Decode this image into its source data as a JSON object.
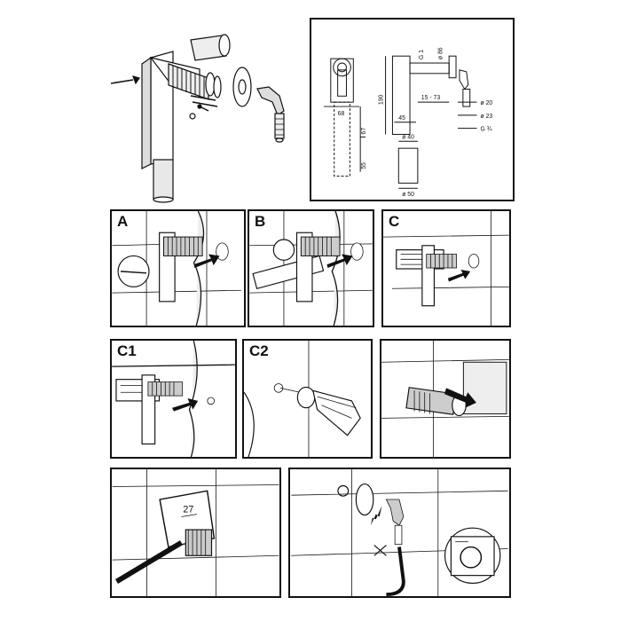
{
  "panels": {
    "a": {
      "label": "A"
    },
    "b": {
      "label": "B"
    },
    "c": {
      "label": "C"
    },
    "c1": {
      "label": "C1"
    },
    "c2": {
      "label": "C2"
    }
  },
  "dimensions": {
    "front_width": "68",
    "front_height_upper": "67",
    "front_height_lower": "55",
    "side_height": "190",
    "side_depth": "45",
    "side_range": "15 - 73",
    "thread": "G 1",
    "dia_86": "ø 86",
    "dia_40": "ø 40",
    "dia_50": "ø 50",
    "dia_20": "ø 20",
    "dia_23": "ø 23",
    "g_three_quarter": "G ¾",
    "cut_length": "27"
  },
  "icons": [
    "arrow-icon",
    "cross-icon",
    "washing-machine-icon",
    "drill-icon",
    "saw-icon"
  ]
}
